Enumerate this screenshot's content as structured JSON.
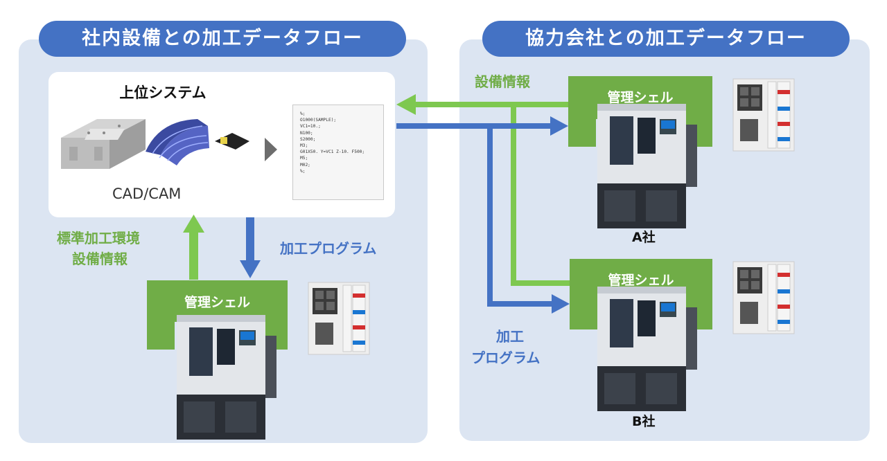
{
  "left_panel": {
    "title": "社内設備との加工データフロー",
    "upper_system": {
      "title": "上位システム",
      "cad_label": "CAD/CAM",
      "code_lines": [
        "%;",
        "O1000(SAMPLE);",
        "VC1=10.;",
        "N100;",
        "S2000;",
        "M3;",
        "G01X50. Y=VC1 Z-10. F500;",
        "M5;",
        "M02;",
        "%;"
      ]
    },
    "label_env": "標準加工環境",
    "label_equipment": "設備情報",
    "label_program": "加工プログラム",
    "shell_label": "管理シェル"
  },
  "right_panel": {
    "title": "協力会社との加工データフロー",
    "label_equipment": "設備情報",
    "label_process": "加工",
    "label_program": "プログラム",
    "company_a": {
      "shell_label": "管理シェル",
      "name": "A社"
    },
    "company_b": {
      "shell_label": "管理シェル",
      "name": "B社"
    }
  },
  "colors": {
    "blue": "#4472c4",
    "green": "#70ad47",
    "panel": "#dce5f2"
  }
}
